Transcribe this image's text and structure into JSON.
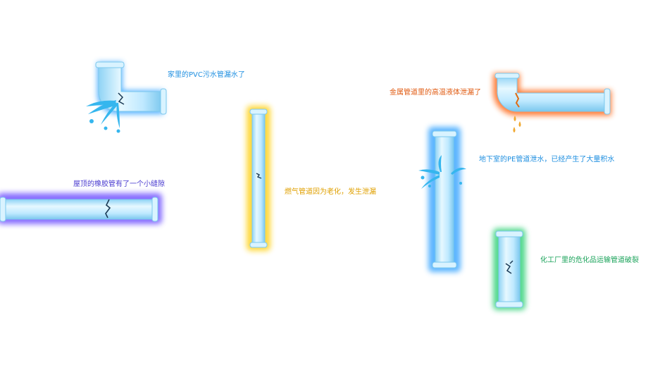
{
  "labels": {
    "pvc_leak": "家里的PVC污水管漏水了",
    "roof_crack": "屋顶的橡胶管有了一个小缝隙",
    "gas_aging": "燃气管道因为老化，发生泄漏",
    "metal_leak": "金属管道里的高温液体泄漏了",
    "basement_leak": "地下室的PE管道泄水，已经产生了大量积水",
    "chemical_break": "化工厂里的危化品运输管道破裂"
  },
  "colors": {
    "pipe_body": "#bfe9ff",
    "pipe_highlight": "#e8f8ff",
    "pipe_edge": "#7cc8ee",
    "glow_blue": "#3fa9ff",
    "glow_purple": "#6b4cff",
    "glow_yellow": "#ffd21a",
    "glow_orange": "#ff6a1a",
    "glow_green": "#34d27a",
    "water": "#35b6ee",
    "crack": "#1b3a55",
    "rust_drip": "#f0a830"
  }
}
